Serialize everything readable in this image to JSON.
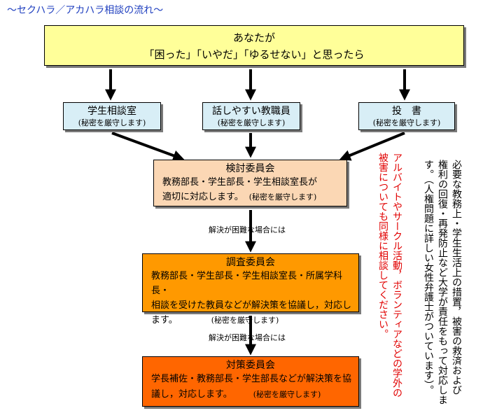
{
  "title": "～セクハラ／アカハラ相談の流れ～",
  "top_box": {
    "line1": "あなたが",
    "line2": "「困った」「いやだ」「ゆるせない」と思ったら"
  },
  "channels": [
    {
      "label": "学生相談室",
      "note": "(秘密を厳守します)"
    },
    {
      "label": "話しやすい教職員",
      "note": "(秘密を厳守します)"
    },
    {
      "label": "投　書",
      "note": "(秘密を厳守します)"
    }
  ],
  "review": {
    "title": "検討委員会",
    "line1": "教務部長・学生部長・学生相談室長が",
    "line2": "適切に対応します。",
    "note": "(秘密を厳守します)"
  },
  "arrow_label_1": "解決が困難な場合には",
  "investigation": {
    "title": "調査委員会",
    "line1": "教務部長・学生部長・学生相談室長・所属学科長・",
    "line2": "相談を受けた教員などが解決策を協議し，対応し",
    "line3": "ます。",
    "note": "(秘密を厳守します)"
  },
  "arrow_label_2": "解決が困難な場合には",
  "countermeasure": {
    "title": "対策委員会",
    "line1": "学長補佐・教務部長・学生部長などが解決策を協",
    "line2": "議し，対応します。",
    "note": "(秘密を厳守します)"
  },
  "side_note_black": [
    "必要な教務上・学生生活上の措置，被害の救済および",
    "権利の回復・再発防止など大学が責任をもって対応しま",
    "す。（人権問題に詳しい女性弁護士がついています）。"
  ],
  "side_note_red": [
    "アルバイトやサークル活動，ボランティアなどの学外の",
    "被害についても同様に相談してください。"
  ],
  "colors": {
    "title": "#1f3fbf",
    "top_box": "#ffff99",
    "channel_box": "#d8eef6",
    "review_box": "#fbd7b4",
    "investigation_box": "#ff9900",
    "countermeasure_box": "#ff6600",
    "red_text": "#e10000"
  }
}
